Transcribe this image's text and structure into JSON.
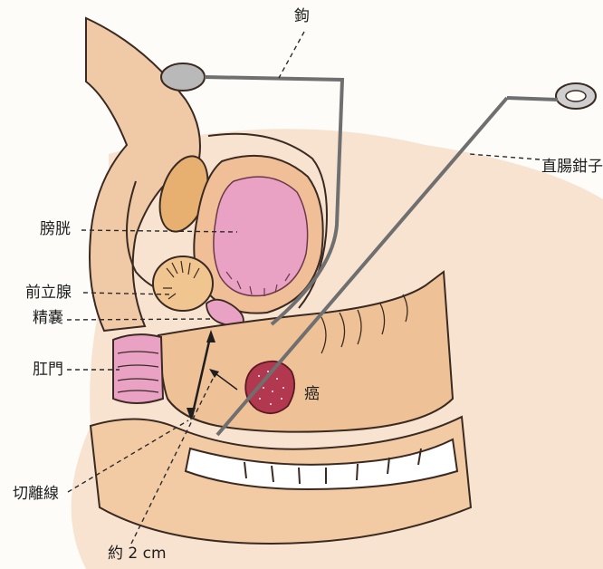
{
  "labels": {
    "retractor": "鉤",
    "rectal_clamp": "直腸鉗子",
    "bladder": "膀胱",
    "prostate": "前立腺",
    "seminal_vesicle": "精嚢",
    "anus": "肛門",
    "cancer": "癌",
    "cut_line": "切離線",
    "distance": "約 2 cm"
  },
  "colors": {
    "skin": "#f2cba4",
    "skin_dark": "#e6b38a",
    "background_tissue": "#f7e3d0",
    "bowel": "#efc197",
    "bladder": "#e9a2c4",
    "bladder_wall": "#f0be97",
    "prostate": "#f1c58f",
    "tumor": "#b1384f",
    "instrument": "#6f6f6f",
    "outline": "#3a2a22"
  }
}
